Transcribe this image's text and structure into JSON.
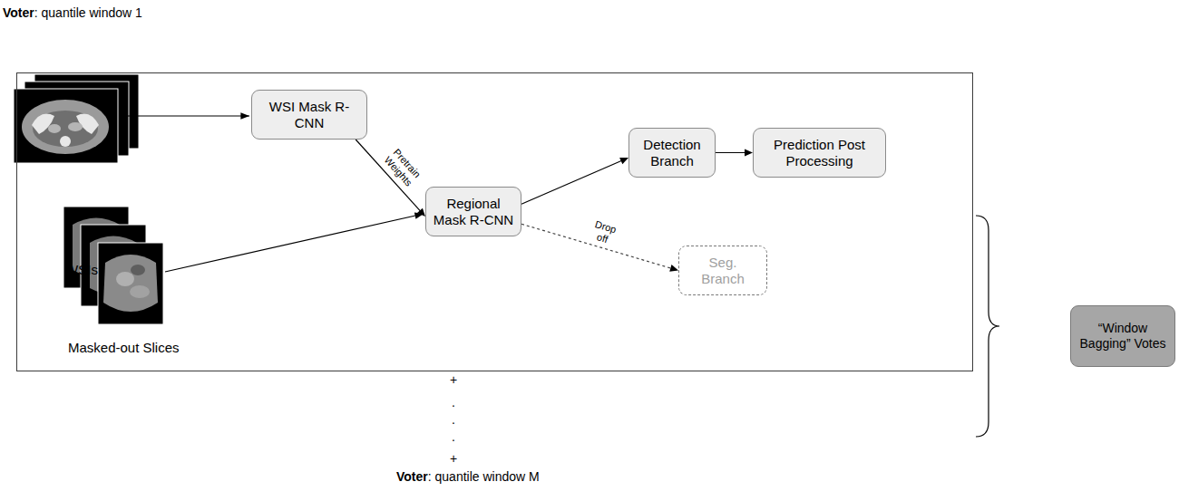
{
  "diagram": {
    "nodes": [
      {
        "text": [
          "Voter",
          ": quantile window 1"
        ]
      },
      {
        "text": [
          "WSI Mask R-CNN"
        ],
        "in": 0
      },
      {
        "text": [
          "Regional Mask R-CNN"
        ],
        "in": 0
      },
      {
        "text": [
          "Detection Branch"
        ],
        "in": 0
      },
      {
        "text": [
          "Prediction Post Processing"
        ],
        "in": 0
      },
      {
        "text": [
          "Seg. Branch"
        ],
        "in": 0
      },
      {
        "text": [
          "“Window Bagging” Votes"
        ]
      }
    ],
    "edges": [
      {
        "from": 1,
        "to": 2,
        "arrow": "to",
        "label": "Pretrain Weights"
      },
      {
        "from": 2,
        "to": 3,
        "arrow": "to"
      },
      {
        "from": 3,
        "to": 4,
        "arrow": "to"
      },
      {
        "from": 2,
        "to": 5,
        "arrow": "to",
        "label": "Drop off"
      }
    ],
    "labels": [
      "WSIs",
      "Masked-out Slices",
      "+",
      ".",
      ".",
      ".",
      "+",
      "Voter",
      ": quantile window M"
    ]
  }
}
